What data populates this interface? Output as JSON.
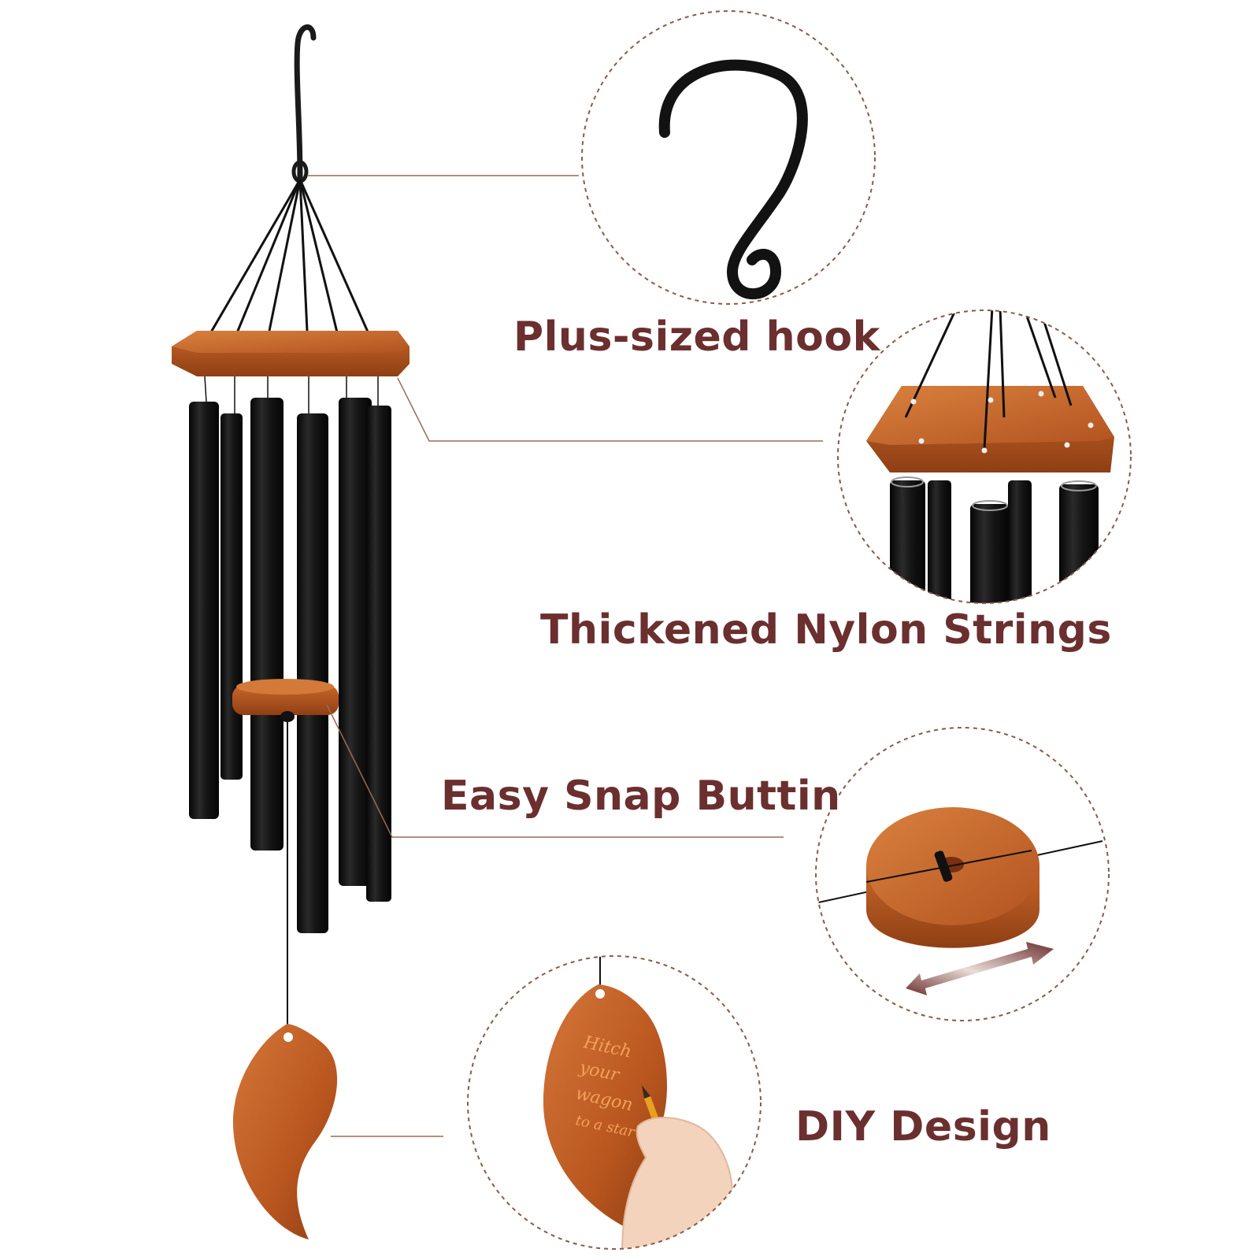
{
  "labels": {
    "hook": "Plus-sized hook",
    "strings": "Thickened Nylon Strings",
    "button": "Easy Snap Buttin",
    "diy": "DIY Design"
  },
  "engraving": [
    "Hitch",
    "your",
    "wagon",
    "to a star"
  ],
  "colors": {
    "label_text": "#6b2f2f",
    "wood": "#b5561e",
    "wood_light": "#d77a3c",
    "tube": "#141414",
    "callout_line": "#9a6b55",
    "circle_dash": "#8a5a4a",
    "engraving_text": "#f2a15a"
  }
}
